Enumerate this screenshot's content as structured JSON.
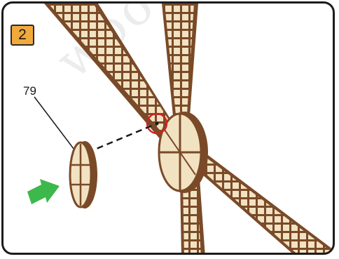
{
  "step": {
    "number": "2"
  },
  "callout": {
    "part_number": "79"
  },
  "watermark": {
    "text": "wooden"
  },
  "colors": {
    "badge": "#f2a93b",
    "wood_face": "#f1e2c2",
    "wood_edge": "#7a4a28",
    "arrow": "#3db84a",
    "highlight_circle": "#d22222"
  }
}
